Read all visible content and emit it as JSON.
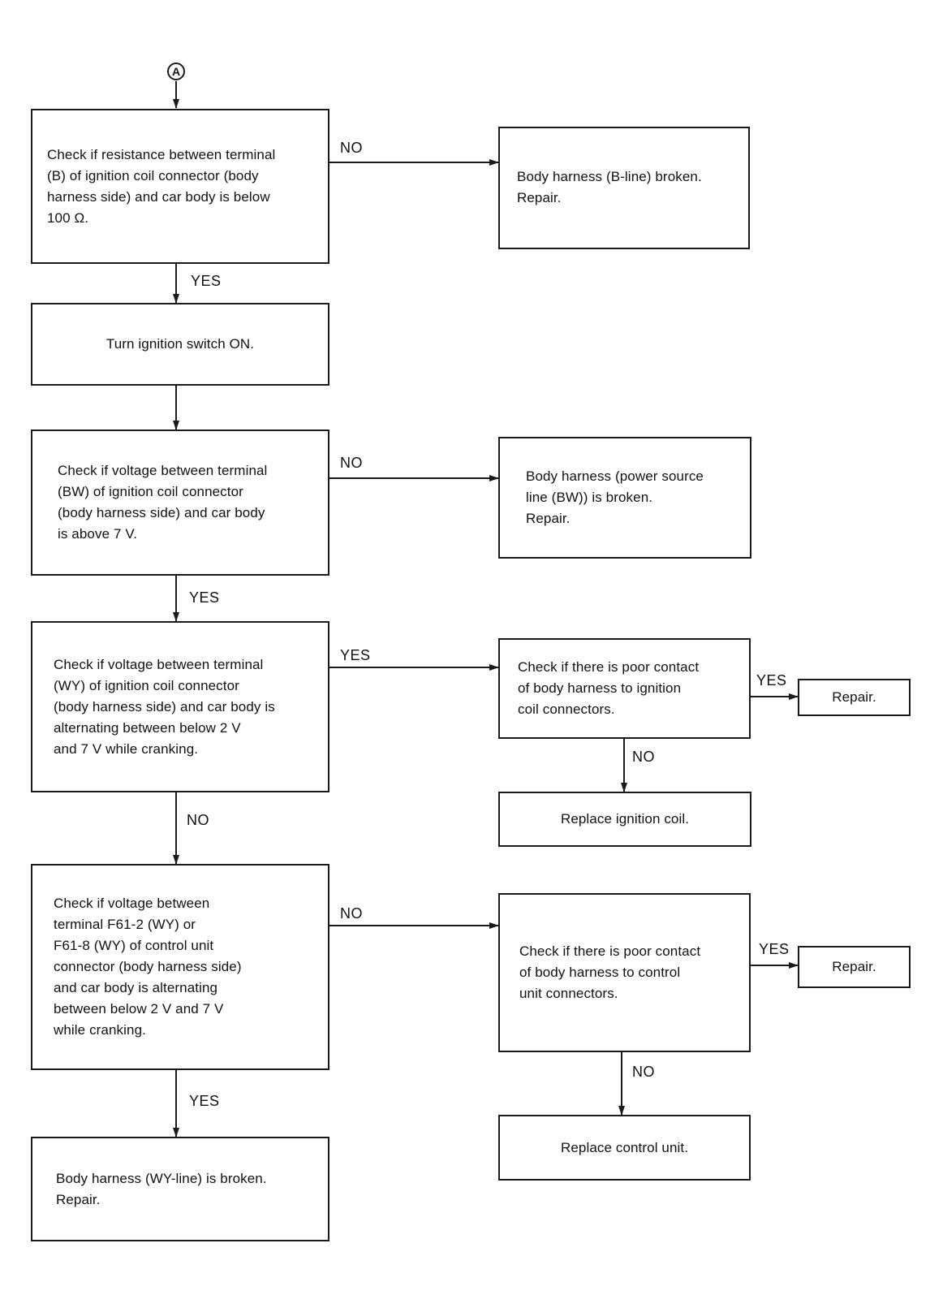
{
  "connector": {
    "label": "A"
  },
  "boxes": {
    "check_resistance_b": "Check if resistance between terminal\n(B) of ignition coil connector (body\nharness side) and car body is below\n100 Ω.",
    "b_line_broken": "Body harness (B-line) broken.\nRepair.",
    "turn_ignition_on": "Turn ignition switch ON.",
    "check_voltage_bw": "Check if voltage between terminal\n(BW) of ignition coil connector\n(body harness side) and car body\nis above 7 V.",
    "bw_line_broken": "Body harness (power source\nline (BW)) is broken.\nRepair.",
    "check_voltage_wy": "Check if voltage between terminal\n(WY) of ignition coil connector\n(body harness side) and car body is\nalternating between below 2 V\nand 7 V while cranking.",
    "check_contact_coil": "Check if there is poor contact\nof body harness to ignition\ncoil connectors.",
    "repair_1": "Repair.",
    "replace_ignition_coil": "Replace ignition coil.",
    "check_voltage_f61": "Check if voltage between\nterminal F61-2 (WY) or\nF61-8 (WY) of control unit\nconnector (body harness side)\nand car body is alternating\nbetween below 2 V and 7 V\nwhile cranking.",
    "check_contact_control": "Check if there is poor contact\nof body harness to control\nunit connectors.",
    "repair_2": "Repair.",
    "replace_control_unit": "Replace control unit.",
    "wy_line_broken": "Body harness (WY-line) is broken.\nRepair."
  },
  "labels": {
    "no_1": "NO",
    "yes_1": "YES",
    "no_2": "NO",
    "yes_2": "YES",
    "yes_3": "YES",
    "yes_4": "YES",
    "no_3": "NO",
    "no_4": "NO",
    "no_5": "NO",
    "yes_5": "YES",
    "no_6": "NO",
    "yes_6": "YES"
  },
  "colors": {
    "line": "#1a1a1a",
    "background": "#ffffff",
    "text": "#111111"
  }
}
